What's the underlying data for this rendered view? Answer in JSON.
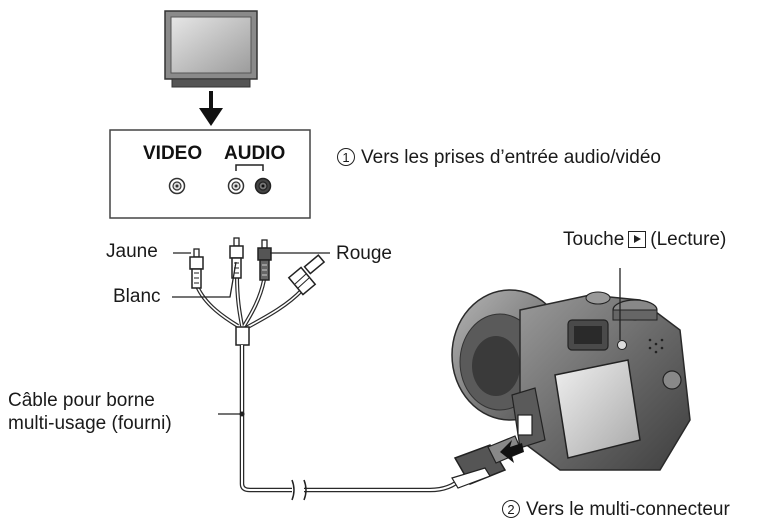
{
  "tv_panel": {
    "video_label": "VIDEO",
    "audio_label": "AUDIO"
  },
  "callouts": {
    "step1_number": "1",
    "step1_text": "Vers les prises d’entrée audio/vidéo",
    "step2_number": "2",
    "step2_text": "Vers le multi-connecteur",
    "play_button_prefix": "Touche",
    "play_button_suffix": "(Lecture)"
  },
  "cable": {
    "yellow_label": "Jaune",
    "white_label": "Blanc",
    "red_label": "Rouge",
    "cable_line1": "Câble pour borne",
    "cable_line2": "multi-usage (fourni)"
  },
  "colors": {
    "line": "#2a2a2a",
    "panel_border": "#444444",
    "tv_screen": "#bdbdbd",
    "camera_body": "#6e6e6e",
    "red_jack": "#555555"
  }
}
